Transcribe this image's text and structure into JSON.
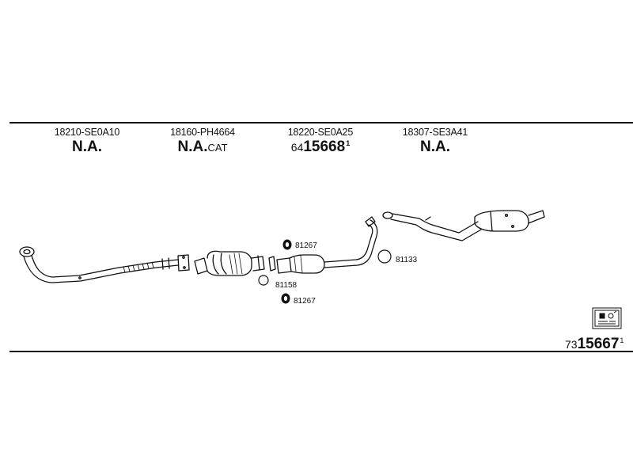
{
  "parts": [
    {
      "part_number": "18210-SE0A10",
      "note": "N.A.",
      "note_suffix": ""
    },
    {
      "part_number": "18160-PH4664",
      "note": "N.A.",
      "note_suffix": "CAT"
    },
    {
      "part_number": "18220-SE0A25",
      "ref_prefix": "64",
      "ref_number": "15668",
      "ref_sup": "1"
    },
    {
      "part_number": "18307-SE3A41",
      "note": "N.A.",
      "note_suffix": ""
    }
  ],
  "callouts": [
    {
      "code": "81267",
      "symbol": "gasket"
    },
    {
      "code": "81158",
      "symbol": "ring"
    },
    {
      "code": "81267",
      "symbol": "gasket"
    },
    {
      "code": "81133",
      "symbol": "ring"
    }
  ],
  "footer_ref": {
    "prefix": "73",
    "number": "15667",
    "sup": "1"
  },
  "icons": [
    "manual-book-icon"
  ]
}
